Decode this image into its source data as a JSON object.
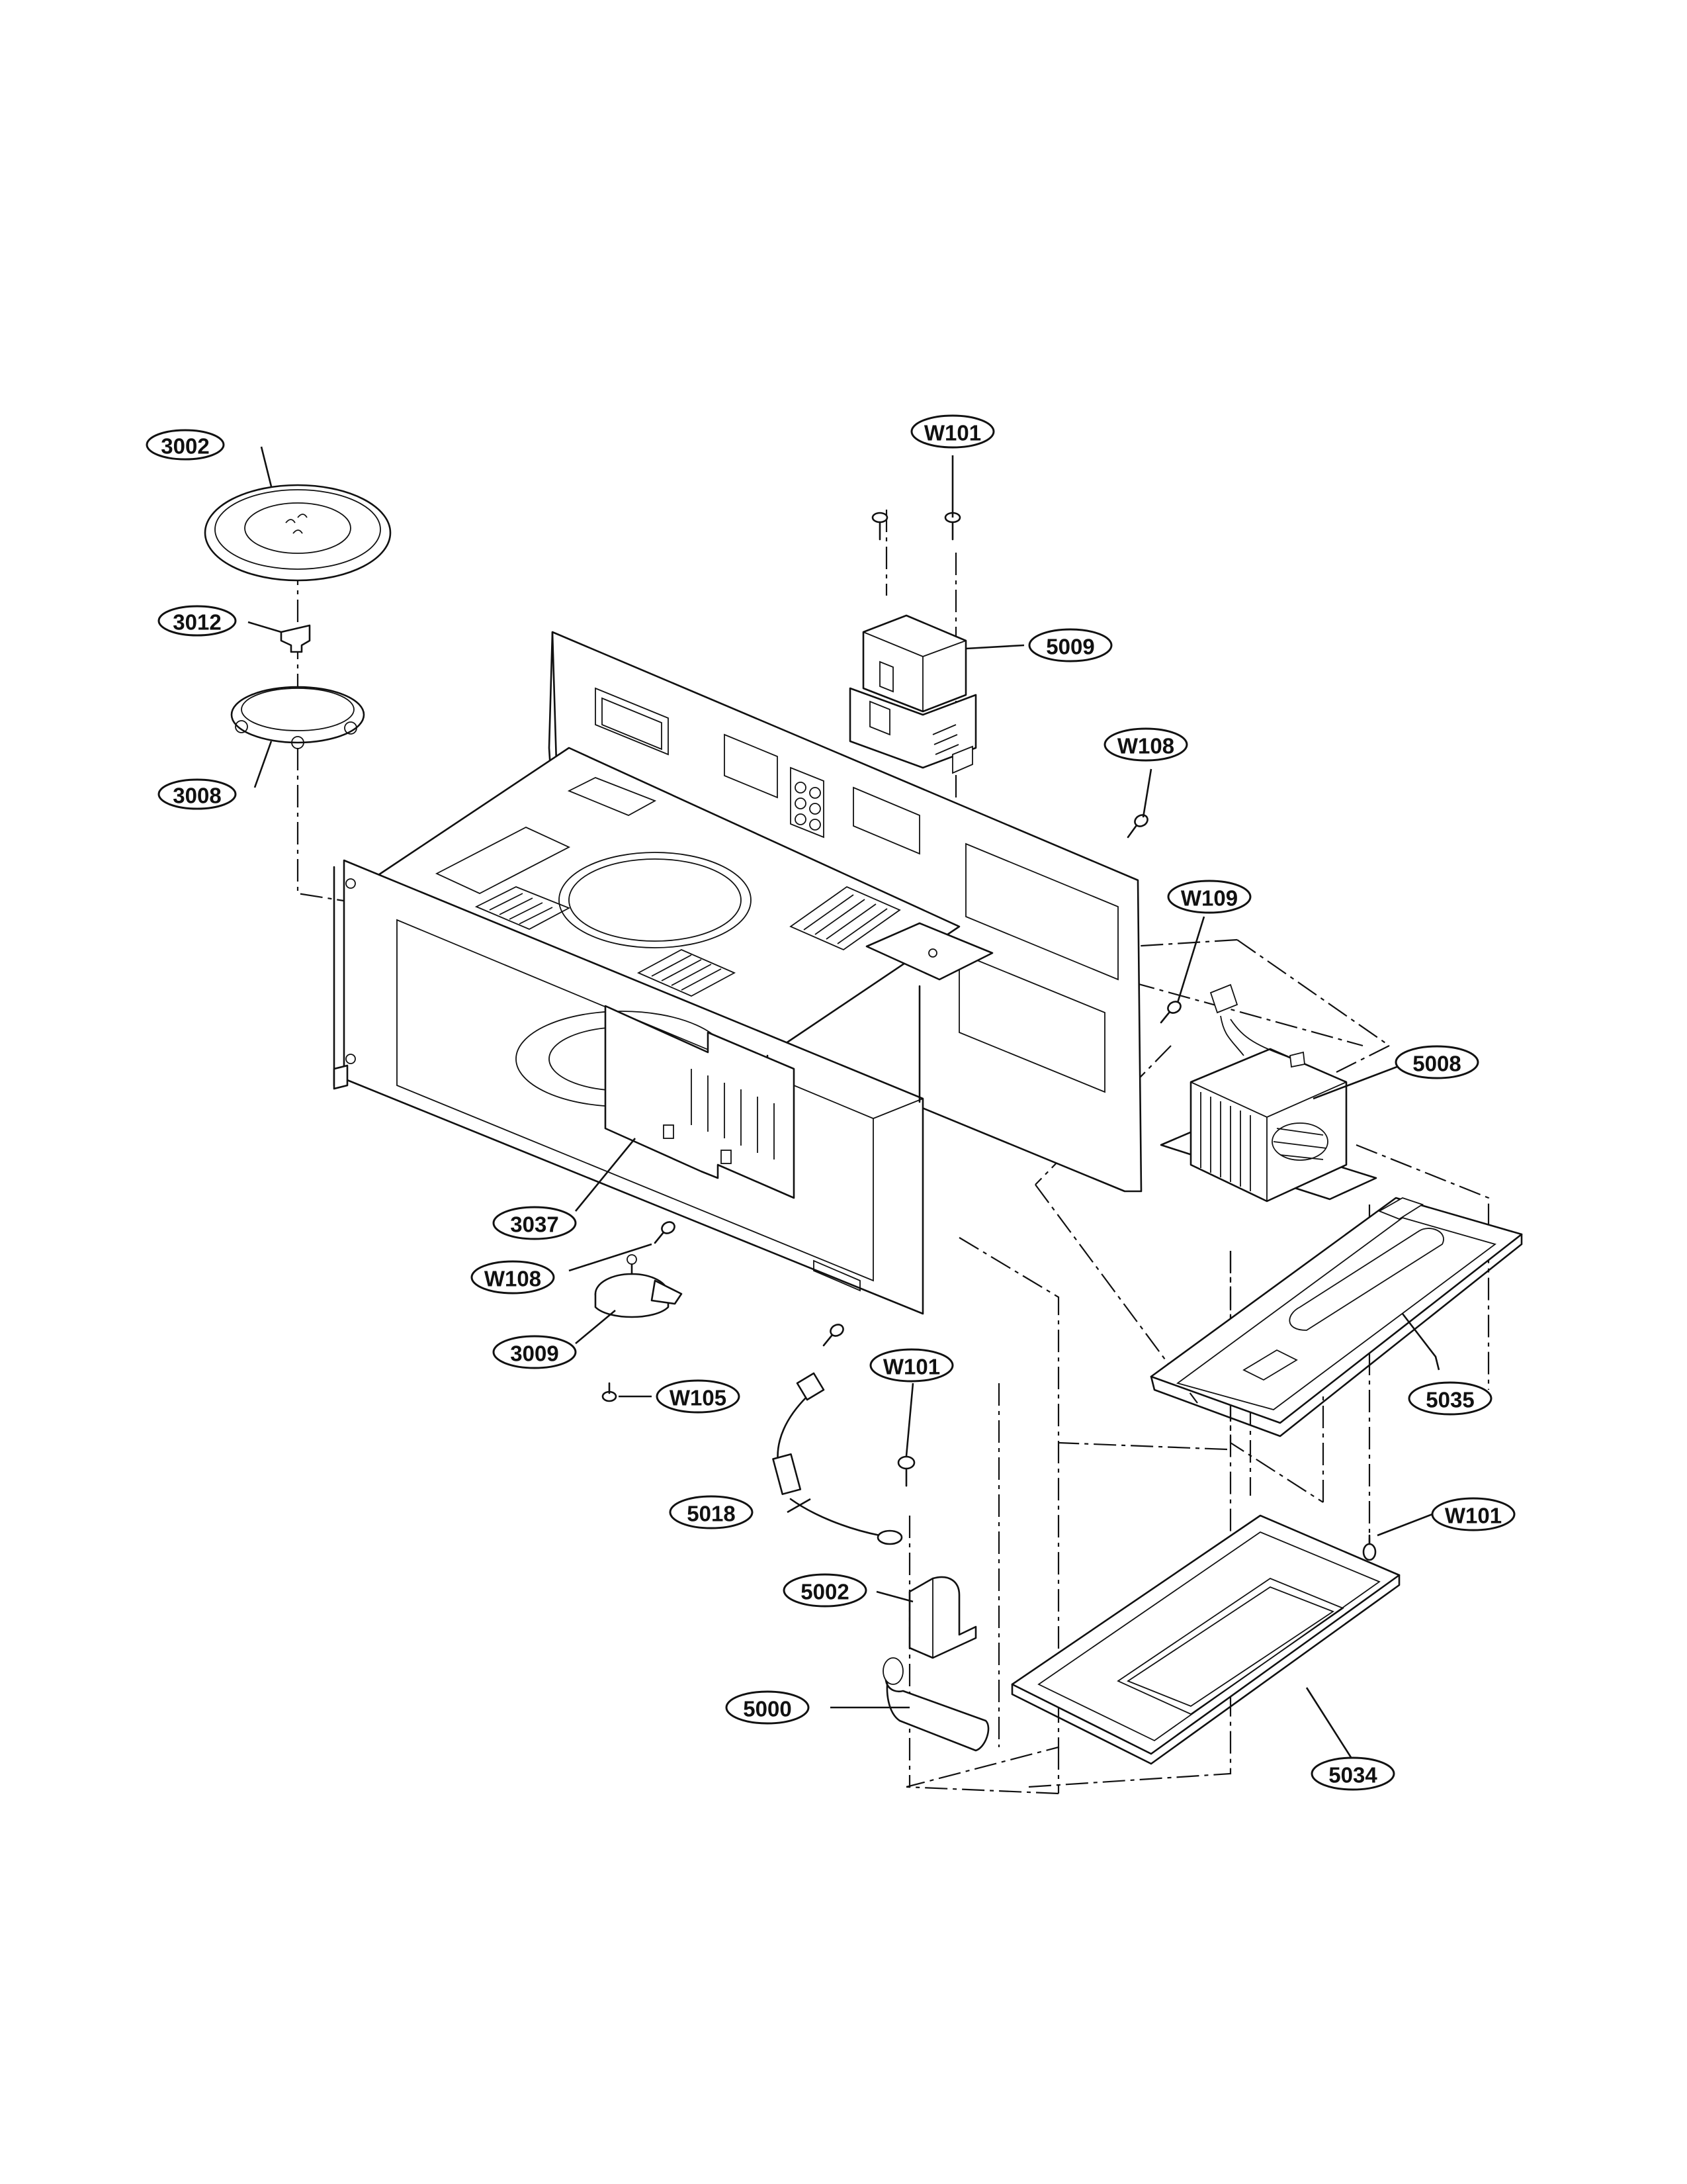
{
  "diagram": {
    "callouts": {
      "c3002": "3002",
      "c3012": "3012",
      "c3008": "3008",
      "w101_top": "W101",
      "c5009": "5009",
      "w108_right": "W108",
      "w109": "W109",
      "c5008": "5008",
      "c3037": "3037",
      "w108_left": "W108",
      "c3009": "3009",
      "w105": "W105",
      "w101_mid": "W101",
      "c5035": "5035",
      "c5018": "5018",
      "w101_right": "W101",
      "c5002": "5002",
      "c5000": "5000",
      "c5034": "5034"
    }
  }
}
